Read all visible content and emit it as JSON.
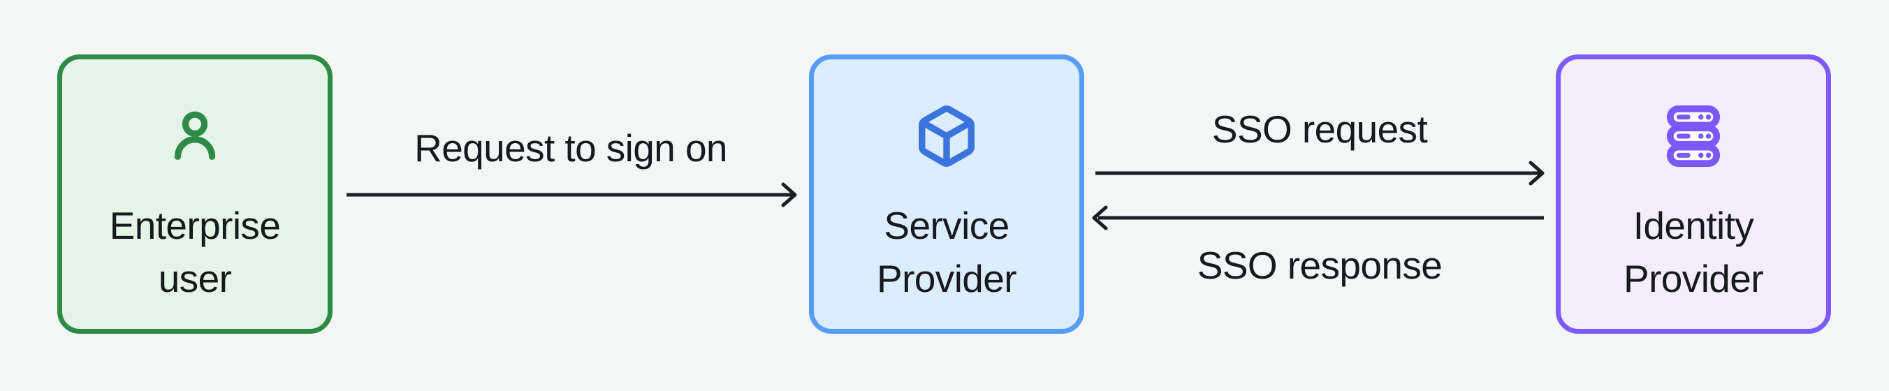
{
  "diagram": {
    "background_color": "#f4f6f5",
    "arrow_color": "#1b1e23",
    "text_color": "#16191d",
    "nodes": [
      {
        "label": "Enterprise user",
        "line1": "Enterprise",
        "line2": "user",
        "icon": "user-icon",
        "border_color": "#2e8b46",
        "background_color": "#e4f4e7",
        "icon_color": "#2e8b46"
      },
      {
        "label": "Service Provider",
        "line1": "Service",
        "line2": "Provider",
        "icon": "cube-icon",
        "border_color": "#569df8",
        "background_color": "#dbedfe",
        "icon_color": "#3b74dc"
      },
      {
        "label": "Identity Provider",
        "line1": "Identity",
        "line2": "Provider",
        "icon": "server-icon",
        "border_color": "#7d5bfb",
        "background_color": "#f3edfd",
        "icon_color": "#7a58fa"
      }
    ],
    "edges": [
      {
        "label": "Request to sign on",
        "from": "Enterprise user",
        "to": "Service Provider",
        "direction": "right"
      },
      {
        "label": "SSO request",
        "from": "Service Provider",
        "to": "Identity Provider",
        "direction": "right"
      },
      {
        "label": "SSO response",
        "from": "Identity Provider",
        "to": "Service Provider",
        "direction": "left"
      }
    ]
  }
}
